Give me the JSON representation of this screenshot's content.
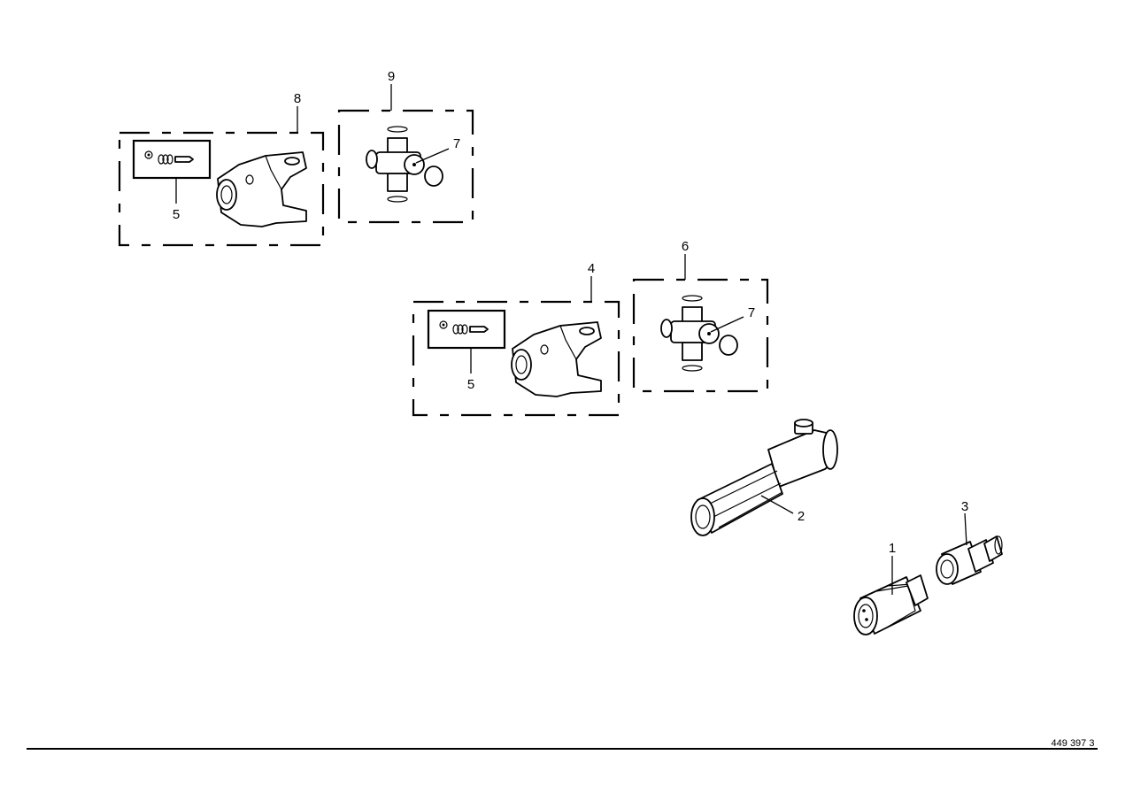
{
  "diagram": {
    "reference_number": "449 397 3",
    "callouts": {
      "c1": "1",
      "c2": "2",
      "c3": "3",
      "c4": "4",
      "c5a": "5",
      "c5b": "5",
      "c6": "6",
      "c7a": "7",
      "c7b": "7",
      "c8": "8",
      "c9": "9"
    }
  }
}
